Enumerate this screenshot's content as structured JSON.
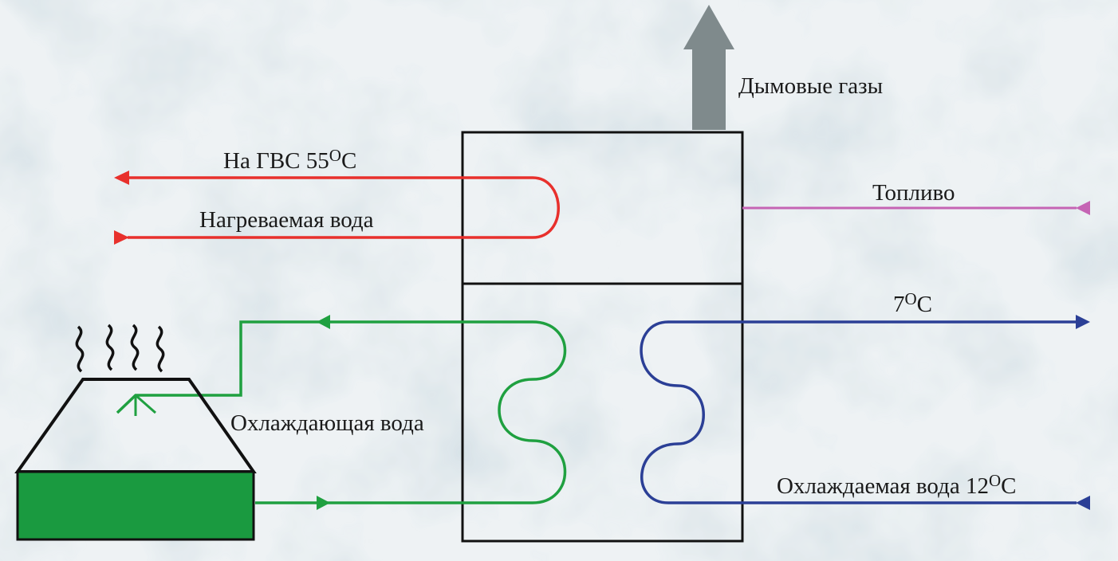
{
  "labels": {
    "flue_gas": "Дымовые газы",
    "hot_water_out": "На ГВС 55",
    "hot_water_out_deg": "О",
    "hot_water_out_unit": "С",
    "heated_water": "Нагреваемая вода",
    "fuel": "Топливо",
    "chilled_out_value": "7",
    "chilled_out_deg": "О",
    "chilled_out_unit": "С",
    "cooling_water": "Охлаждающая вода",
    "chilled_in": "Охлаждаемая вода 12",
    "chilled_in_deg": "О",
    "chilled_in_unit": "С"
  },
  "colors": {
    "background": "#dde6ea",
    "frame": "#111111",
    "hot_loop": "#e8302c",
    "cooling_loop": "#1fa040",
    "chilled_loop": "#2b3f96",
    "fuel_line": "#c564b4",
    "flue_arrow": "#7f8a8c",
    "tower_water": "#1a9a40"
  }
}
